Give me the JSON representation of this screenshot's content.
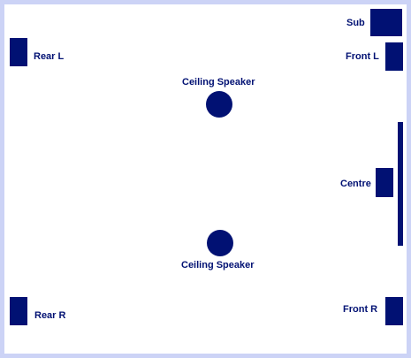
{
  "labels": {
    "sub": "Sub",
    "front_l": "Front L",
    "rear_l": "Rear L",
    "ceiling_top": "Ceiling Speaker",
    "centre": "Centre",
    "ceiling_bottom": "Ceiling Speaker",
    "front_r": "Front R",
    "rear_r": "Rear R"
  },
  "colors": {
    "speaker": "#011173",
    "border": "#ccd3f6",
    "room": "#ffffff"
  }
}
